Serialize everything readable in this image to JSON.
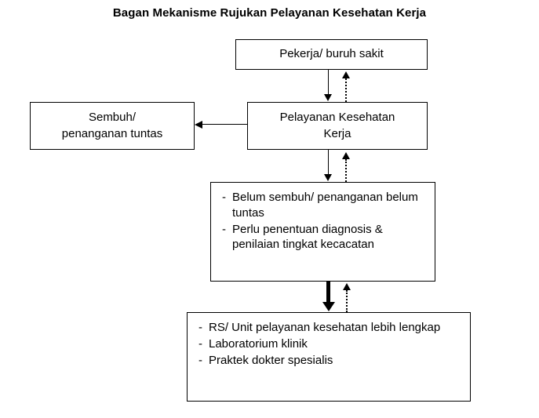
{
  "title": "Bagan Mekanisme Rujukan Pelayanan Kesehatan Kerja",
  "nodes": {
    "worker": {
      "label": "Pekerja/ buruh sakit"
    },
    "service": {
      "line1": "Pelayanan Kesehatan",
      "line2": "Kerja"
    },
    "recovered": {
      "line1": "Sembuh/",
      "line2": "penanganan tuntas"
    },
    "unresolved": {
      "items": [
        {
          "mark": "-",
          "text": "Belum sembuh/ penanganan belum tuntas"
        },
        {
          "mark": "-",
          "text": "Perlu penentuan diagnosis & penilaian tingkat kecacatan"
        }
      ]
    },
    "referral": {
      "items": [
        {
          "mark": "-",
          "text": "RS/ Unit pelayanan kesehatan lebih lengkap"
        },
        {
          "mark": "-",
          "text": "Laboratorium klinik"
        },
        {
          "mark": "-",
          "text": "Praktek dokter spesialis"
        }
      ]
    }
  },
  "connectors": [
    {
      "name": "worker-to-service",
      "style": "solid",
      "direction": "down"
    },
    {
      "name": "service-to-worker",
      "style": "dotted",
      "direction": "up"
    },
    {
      "name": "service-to-unresolved",
      "style": "solid",
      "direction": "down"
    },
    {
      "name": "unresolved-to-service",
      "style": "dotted",
      "direction": "up"
    },
    {
      "name": "unresolved-to-referral",
      "style": "solid-thick",
      "direction": "down"
    },
    {
      "name": "referral-to-unresolved",
      "style": "dotted",
      "direction": "up"
    },
    {
      "name": "service-to-recovered",
      "style": "solid",
      "direction": "left"
    }
  ],
  "colors": {
    "stroke": "#000000",
    "background": "#ffffff"
  }
}
